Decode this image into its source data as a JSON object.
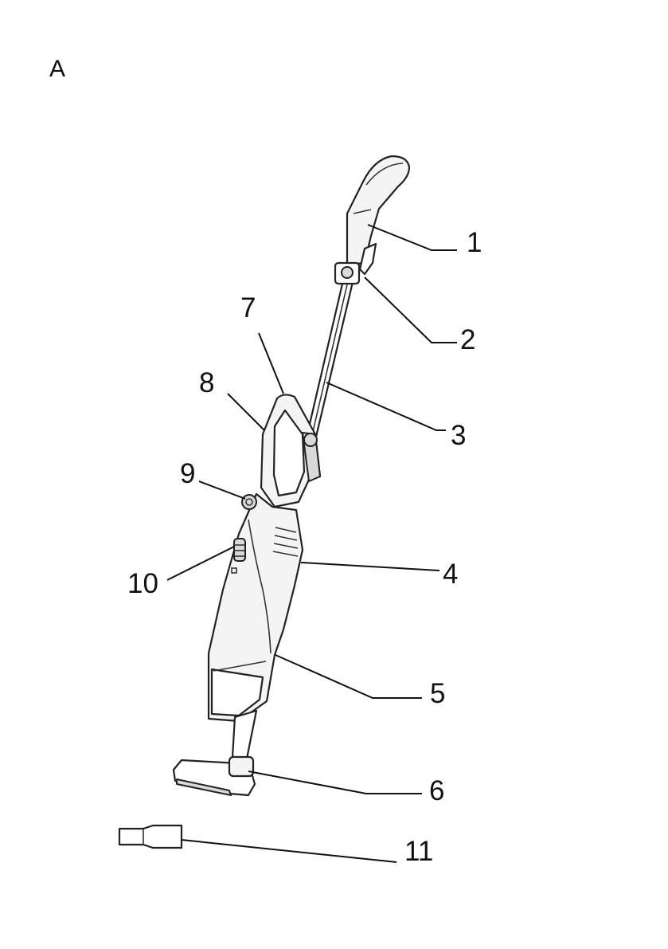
{
  "figure": {
    "label": "A",
    "callouts": [
      "1",
      "2",
      "3",
      "4",
      "5",
      "6",
      "7",
      "8",
      "9",
      "10",
      "11"
    ]
  }
}
